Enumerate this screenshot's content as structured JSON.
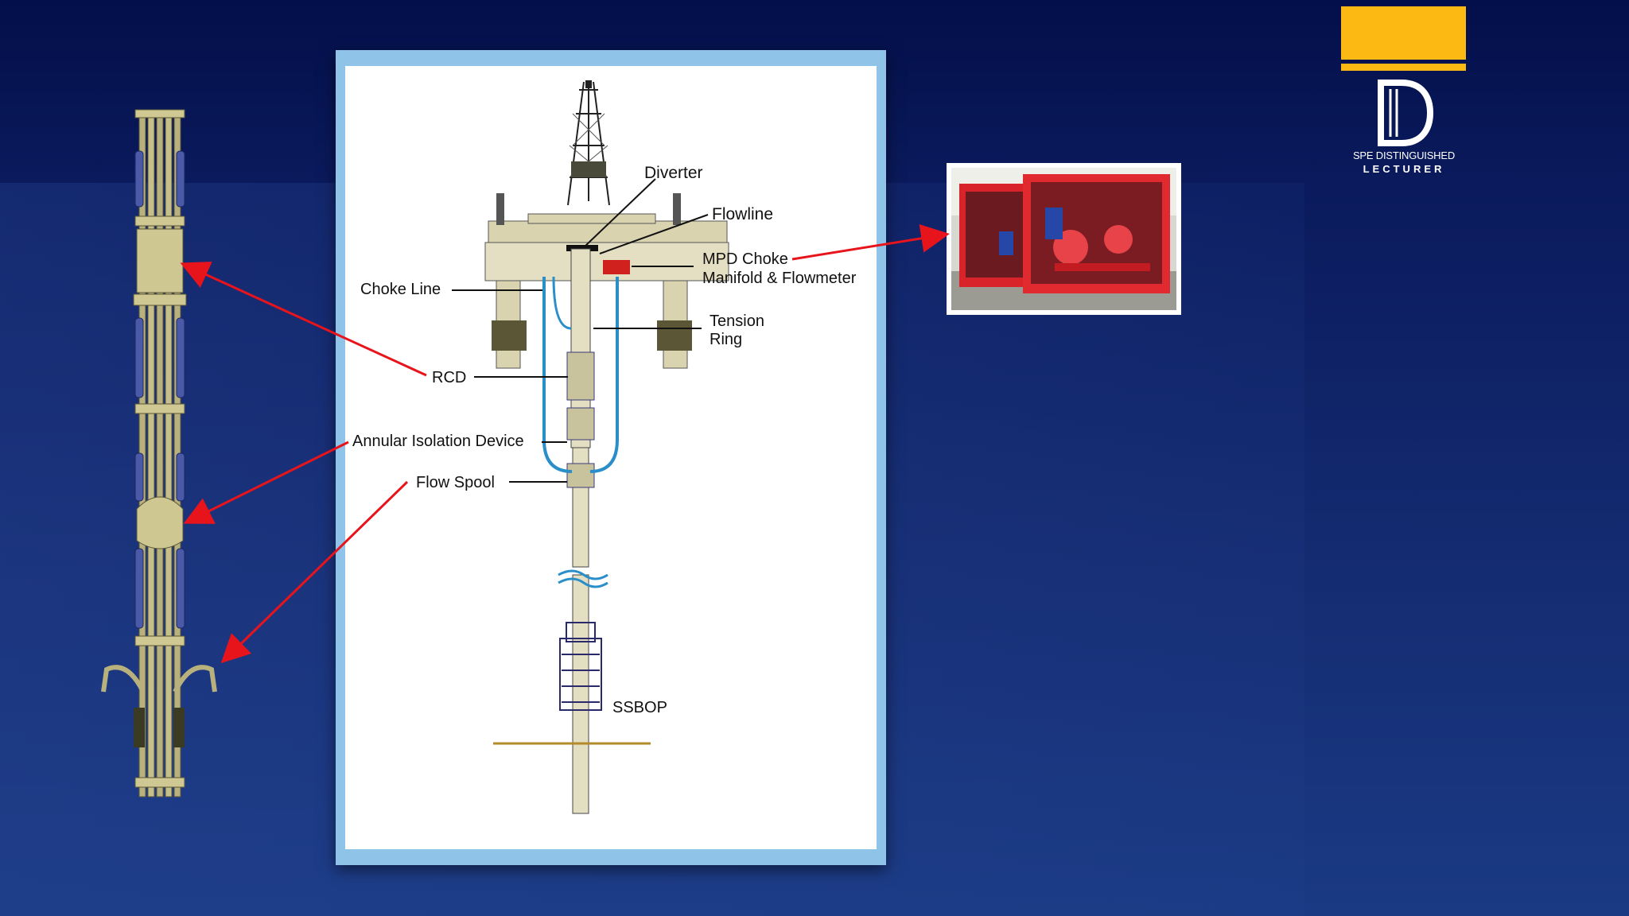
{
  "slide": {
    "background": "#0a1a5c",
    "accent": "#fdb913",
    "arrow_color": "#e8141c"
  },
  "logo": {
    "letter": "D",
    "line1": "SPE DISTINGUISHED",
    "line2": "LECTURER"
  },
  "diagram": {
    "labels": {
      "diverter": "Diverter",
      "flowline": "Flowline",
      "mpd_line1": "MPD Choke",
      "mpd_line2": "Manifold & Flowmeter",
      "choke_line": "Choke Line",
      "tension_line1": "Tension",
      "tension_line2": "Ring",
      "rcd": "RCD",
      "annular": "Annular Isolation Device",
      "flow_spool": "Flow Spool",
      "ssbop": "SSBOP"
    }
  },
  "icons": {
    "riser_stack": "riser-assembly-illustration",
    "rig": "semi-submersible-rig-illustration",
    "skid": "mpd-choke-manifold-skid-photo"
  }
}
